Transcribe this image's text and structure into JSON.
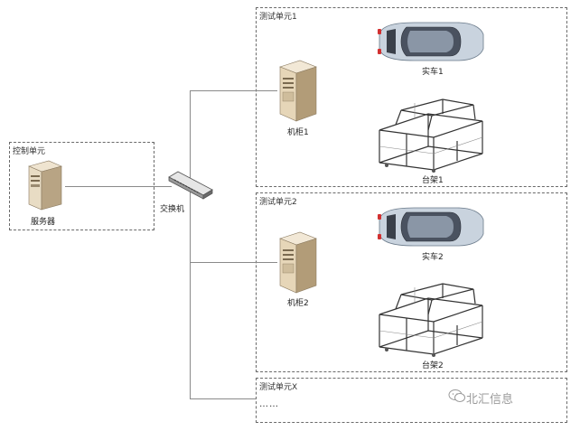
{
  "control_unit": {
    "label": "控制单元",
    "server_label": "服务器"
  },
  "switch": {
    "label": "交换机"
  },
  "test_units": [
    {
      "label": "测试单元1",
      "cabinet_label": "机柜1",
      "car_label": "实车1",
      "rack_label": "台架1"
    },
    {
      "label": "测试单元2",
      "cabinet_label": "机柜2",
      "car_label": "实车2",
      "rack_label": "台架2"
    },
    {
      "label": "测试单元X",
      "ellipsis": "……"
    }
  ],
  "watermark": {
    "text": "北汇信息",
    "icon": "wechat-icon"
  },
  "colors": {
    "car_body": "#c9d3de",
    "cabinet": "#d9c6a6",
    "lines": "#8a8a8a"
  }
}
